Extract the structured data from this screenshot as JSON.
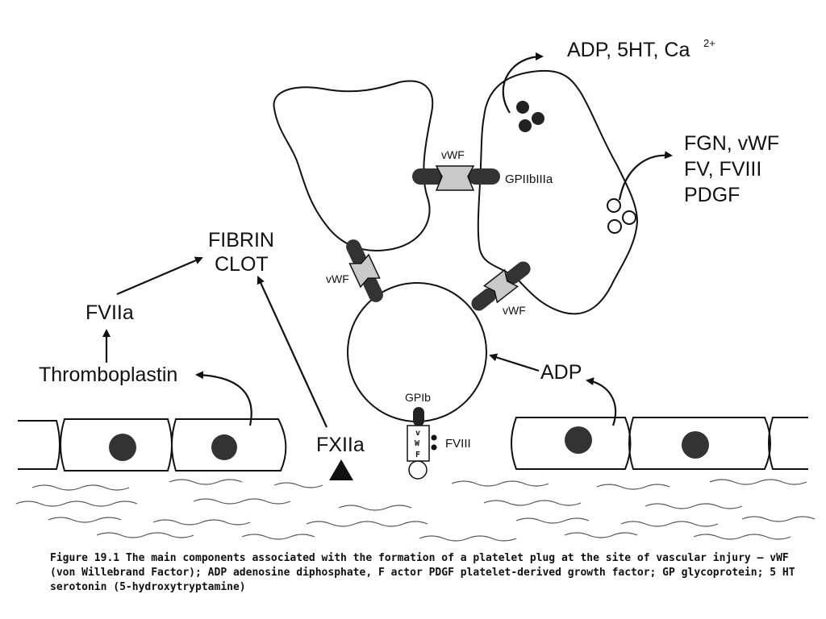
{
  "labels": {
    "release_top": "ADP, 5HT, Ca",
    "release_top_sup": "2+",
    "release_right_1": "FGN, vWF",
    "release_right_2": "FV, FVIII",
    "release_right_3": "PDGF",
    "vwf_top": "vWF",
    "gpiibiiia": "GPIIbIIIa",
    "vwf_left": "vWF",
    "vwf_right": "vWF",
    "fibrin_1": "FIBRIN",
    "fibrin_2": "CLOT",
    "fviia": "FVIIa",
    "thromboplastin": "Thromboplastin",
    "adp": "ADP",
    "gpib": "GPIb",
    "fviii": "FVIII",
    "fxiia": "FXIIa",
    "vwf_box_v": "v",
    "vwf_box_w": "W",
    "vwf_box_f": "F"
  },
  "caption": "Figure 19.1 The main components associated with the formation of a platelet plug at the site of vascular injury — vWF (von Willebrand Factor); ADP adenosine diphosphate, F actor PDGF platelet-derived growth factor; GP glycoprotein; 5 HT serotonin (5-hydroxytryptamine)"
}
